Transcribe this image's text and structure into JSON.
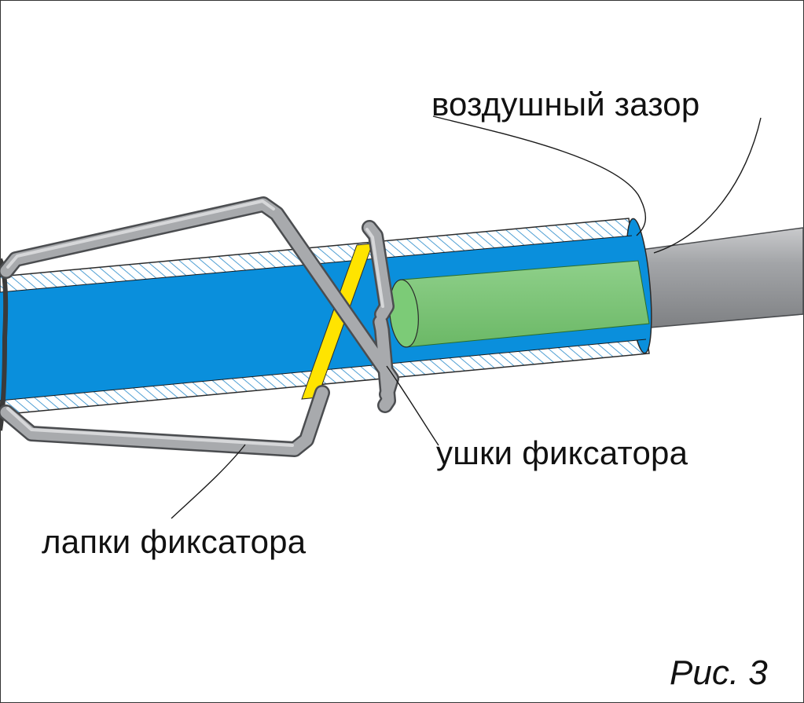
{
  "labels": {
    "air_gap": "воздушный зазор",
    "ears": "ушки фиксатора",
    "legs": "лапки фиксатора",
    "figure": "Рис. 3"
  },
  "colors": {
    "tube_inner": "#0a8fdc",
    "tube_wall_hatch": "#5aa9d8",
    "rod_green": "#7cc576",
    "yellow_strip": "#ffe400",
    "wire_gray": "#9fa1a4",
    "shaft_gray": "#9a9c9e"
  }
}
